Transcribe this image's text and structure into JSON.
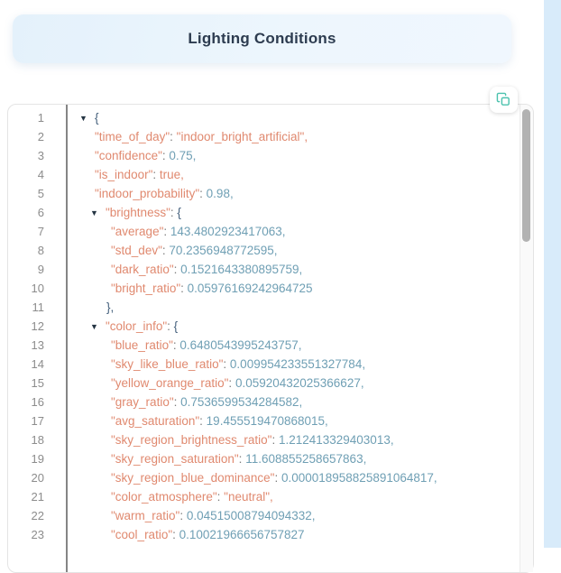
{
  "colors": {
    "accent": "#4cc2ae",
    "key": "#e0896f",
    "num": "#6f9fb4",
    "punct": "#44607c",
    "tri": "#243442",
    "colon": "#7b7b7b",
    "gutter-text": "#8c8c8c",
    "gutter-line": "#858585",
    "strip": "#d8ebfa",
    "title": "#2d3c50",
    "thumb": "#b2b2b2"
  },
  "header": {
    "title": "Lighting Conditions"
  },
  "viewer": {
    "copy_button": {
      "icon": "copy-icon"
    },
    "lines": [
      {
        "n": 1,
        "level": 0,
        "m": true,
        "t": [
          [
            "punct",
            "{"
          ]
        ]
      },
      {
        "n": 2,
        "level": 1,
        "t": [
          [
            "key",
            "\"time_of_day\""
          ],
          [
            "colon",
            ": "
          ],
          [
            "str",
            "\"indoor_bright_artificial\","
          ]
        ]
      },
      {
        "n": 3,
        "level": 1,
        "t": [
          [
            "key",
            "\"confidence\""
          ],
          [
            "colon",
            ": "
          ],
          [
            "num",
            "0.75,"
          ]
        ]
      },
      {
        "n": 4,
        "level": 1,
        "t": [
          [
            "key",
            "\"is_indoor\""
          ],
          [
            "colon",
            ": "
          ],
          [
            "bool",
            "true,"
          ]
        ]
      },
      {
        "n": 5,
        "level": 1,
        "t": [
          [
            "key",
            "\"indoor_probability\""
          ],
          [
            "colon",
            ": "
          ],
          [
            "num",
            "0.98,"
          ]
        ]
      },
      {
        "n": 6,
        "level": 1,
        "m": true,
        "t": [
          [
            "key",
            "\"brightness\""
          ],
          [
            "colon",
            ": "
          ],
          [
            "punct",
            "{"
          ]
        ]
      },
      {
        "n": 7,
        "level": 2,
        "t": [
          [
            "key",
            "\"average\""
          ],
          [
            "colon",
            ": "
          ],
          [
            "num",
            "143.4802923417063,"
          ]
        ]
      },
      {
        "n": 8,
        "level": 2,
        "t": [
          [
            "key",
            "\"std_dev\""
          ],
          [
            "colon",
            ": "
          ],
          [
            "num",
            "70.2356948772595,"
          ]
        ]
      },
      {
        "n": 9,
        "level": 2,
        "t": [
          [
            "key",
            "\"dark_ratio\""
          ],
          [
            "colon",
            ": "
          ],
          [
            "num",
            "0.1521643380895759,"
          ]
        ]
      },
      {
        "n": 10,
        "level": 2,
        "t": [
          [
            "key",
            "\"bright_ratio\""
          ],
          [
            "colon",
            ": "
          ],
          [
            "num",
            "0.05976169242964725"
          ]
        ]
      },
      {
        "n": 11,
        "level": 1,
        "close": true,
        "t": [
          [
            "punct",
            "},"
          ]
        ]
      },
      {
        "n": 12,
        "level": 1,
        "m": true,
        "t": [
          [
            "key",
            "\"color_info\""
          ],
          [
            "colon",
            ": "
          ],
          [
            "punct",
            "{"
          ]
        ]
      },
      {
        "n": 13,
        "level": 2,
        "t": [
          [
            "key",
            "\"blue_ratio\""
          ],
          [
            "colon",
            ": "
          ],
          [
            "num",
            "0.6480543995243757,"
          ]
        ]
      },
      {
        "n": 14,
        "level": 2,
        "t": [
          [
            "key",
            "\"sky_like_blue_ratio\""
          ],
          [
            "colon",
            ": "
          ],
          [
            "num",
            "0.009954233551327784,"
          ]
        ]
      },
      {
        "n": 15,
        "level": 2,
        "t": [
          [
            "key",
            "\"yellow_orange_ratio\""
          ],
          [
            "colon",
            ": "
          ],
          [
            "num",
            "0.05920432025366627,"
          ]
        ]
      },
      {
        "n": 16,
        "level": 2,
        "t": [
          [
            "key",
            "\"gray_ratio\""
          ],
          [
            "colon",
            ": "
          ],
          [
            "num",
            "0.7536599534284582,"
          ]
        ]
      },
      {
        "n": 17,
        "level": 2,
        "t": [
          [
            "key",
            "\"avg_saturation\""
          ],
          [
            "colon",
            ": "
          ],
          [
            "num",
            "19.455519470868015,"
          ]
        ]
      },
      {
        "n": 18,
        "level": 2,
        "t": [
          [
            "key",
            "\"sky_region_brightness_ratio\""
          ],
          [
            "colon",
            ": "
          ],
          [
            "num",
            "1.212413329403013,"
          ]
        ]
      },
      {
        "n": 19,
        "level": 2,
        "t": [
          [
            "key",
            "\"sky_region_saturation\""
          ],
          [
            "colon",
            ": "
          ],
          [
            "num",
            "11.608855258657863,"
          ]
        ]
      },
      {
        "n": 20,
        "level": 2,
        "t": [
          [
            "key",
            "\"sky_region_blue_dominance\""
          ],
          [
            "colon",
            ": "
          ],
          [
            "num",
            "0.000018958825891064817,"
          ]
        ]
      },
      {
        "n": 21,
        "level": 2,
        "t": [
          [
            "key",
            "\"color_atmosphere\""
          ],
          [
            "colon",
            ": "
          ],
          [
            "str",
            "\"neutral\","
          ]
        ]
      },
      {
        "n": 22,
        "level": 2,
        "t": [
          [
            "key",
            "\"warm_ratio\""
          ],
          [
            "colon",
            ": "
          ],
          [
            "num",
            "0.04515008794094332,"
          ]
        ]
      },
      {
        "n": 23,
        "level": 2,
        "t": [
          [
            "key",
            "\"cool_ratio\""
          ],
          [
            "colon",
            ": "
          ],
          [
            "num",
            "0.10021966656757827"
          ]
        ]
      }
    ]
  }
}
